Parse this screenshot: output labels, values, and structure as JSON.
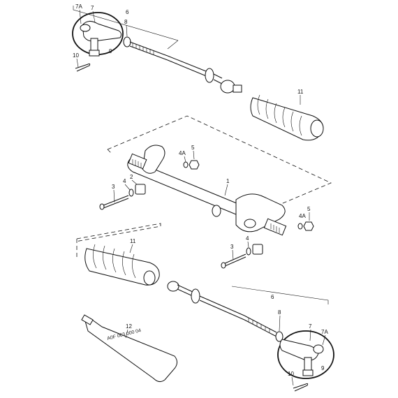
{
  "labels": {
    "p1": "1",
    "p2": "2",
    "p3": "3",
    "p4": "4",
    "p4a": "4A",
    "p5": "5",
    "p6": "6",
    "p7": "7",
    "p7a": "7A",
    "p8": "8",
    "p9": "9",
    "p10": "10",
    "p11": "11",
    "p12": "12"
  },
  "tube_text": "A0F 063 000 04"
}
